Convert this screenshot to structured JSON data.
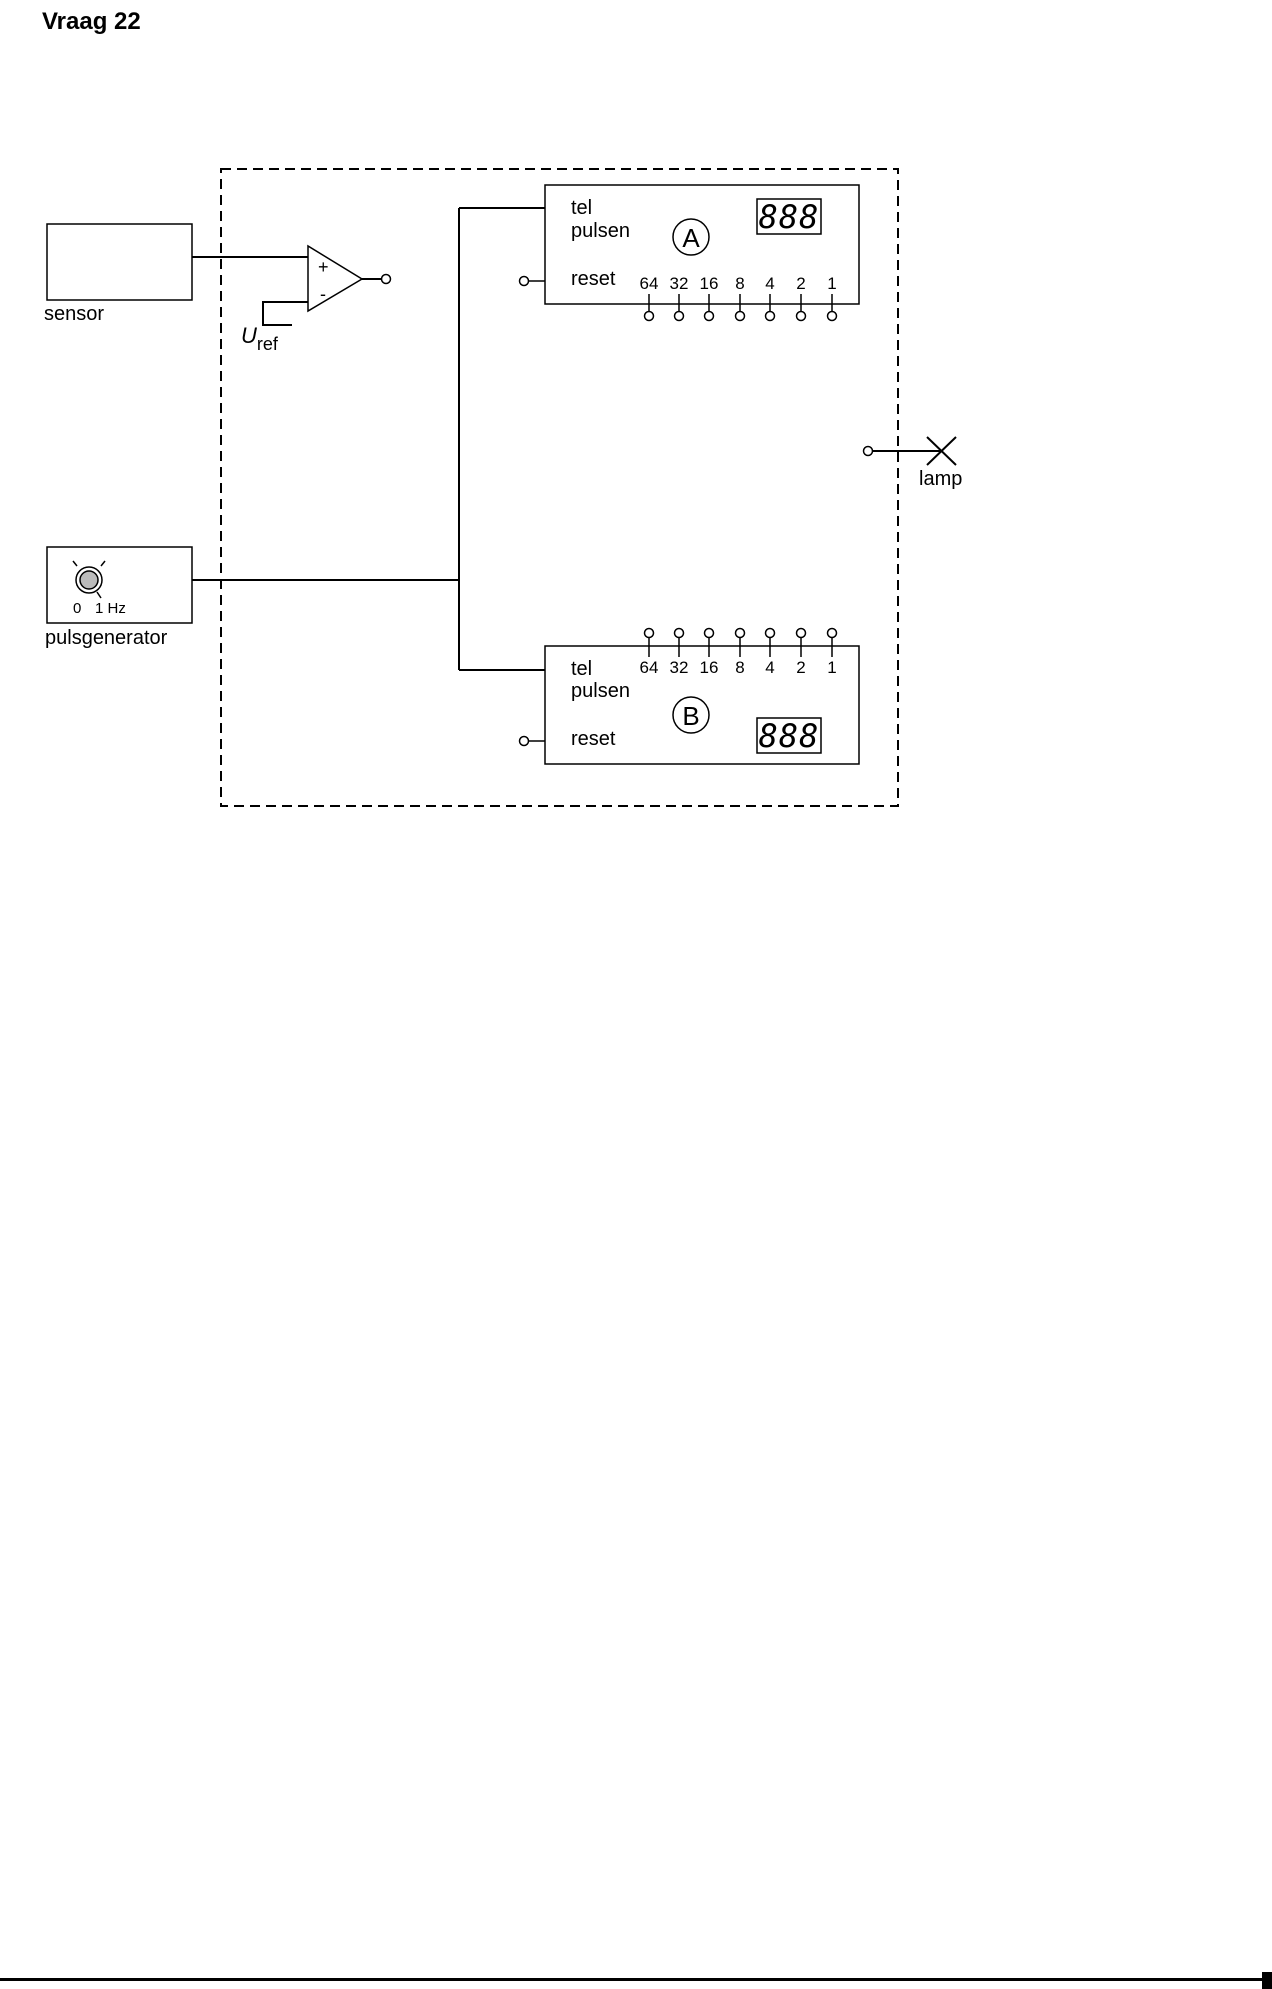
{
  "question": {
    "title": "Vraag 22"
  },
  "sensor": {
    "label": "sensor"
  },
  "comparator": {
    "plus": "+",
    "minus": "-",
    "uref_main": "U",
    "uref_sub": "ref"
  },
  "pulsgenerator": {
    "label": "pulsgenerator",
    "scale_min": "0",
    "scale_max": "1 Hz"
  },
  "counter_a": {
    "id": "A",
    "input_label_line1": "tel",
    "input_label_line2": "pulsen",
    "reset_label": "reset",
    "display": "888",
    "bits": [
      "64",
      "32",
      "16",
      "8",
      "4",
      "2",
      "1"
    ]
  },
  "counter_b": {
    "id": "B",
    "input_label_line1": "tel",
    "input_label_line2": "pulsen",
    "reset_label": "reset",
    "display": "888",
    "bits": [
      "64",
      "32",
      "16",
      "8",
      "4",
      "2",
      "1"
    ]
  },
  "lamp": {
    "label": "lamp"
  }
}
